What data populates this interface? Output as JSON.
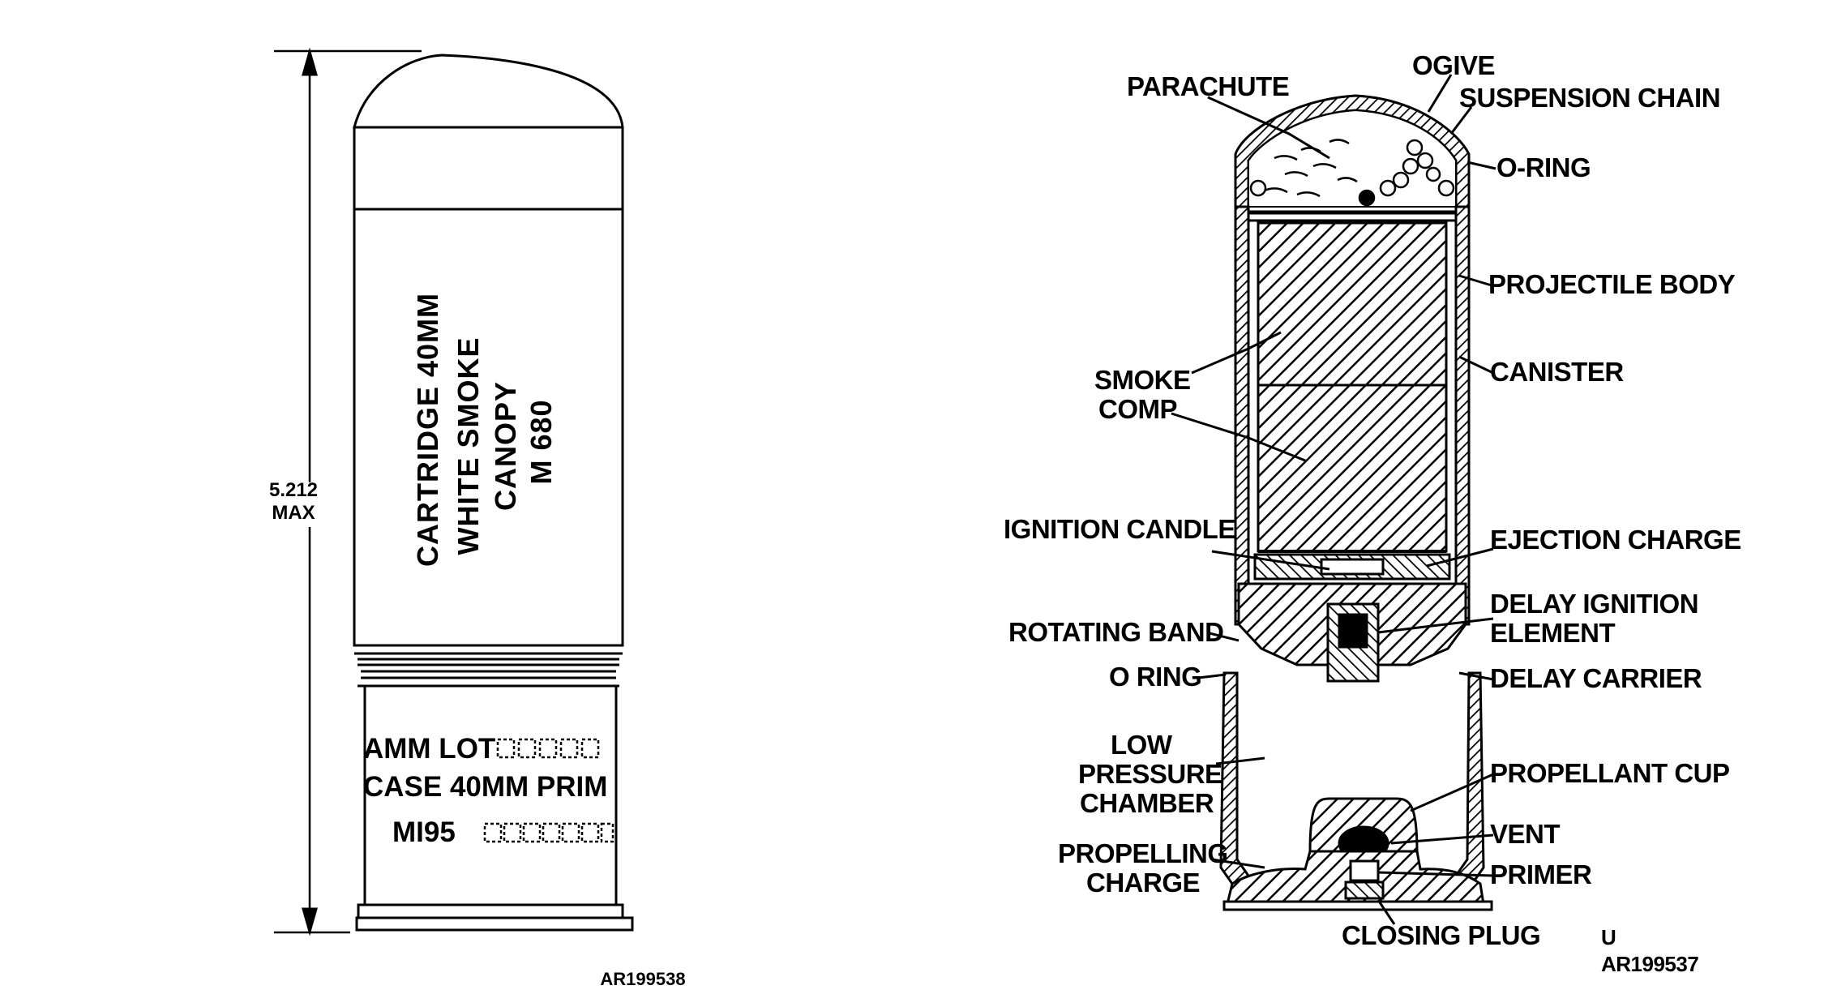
{
  "left_figure": {
    "dimension": {
      "value": "5.212",
      "suffix": "MAX"
    },
    "body_text": [
      "CARTRIDGE 40MM",
      "WHITE SMOKE",
      "CANOPY",
      "M 680"
    ],
    "case_text": [
      "AMM LOT",
      "CASE 40MM PRIM",
      "MI95"
    ],
    "figure_id": "AR199538"
  },
  "right_figure": {
    "labels": {
      "ogive": "OGIVE",
      "parachute": "PARACHUTE",
      "suspension_chain": "SUSPENSION CHAIN",
      "o_ring_top": "O-RING",
      "projectile_body": "PROJECTILE BODY",
      "smoke_comp_1": "SMOKE",
      "smoke_comp_2": "COMP",
      "canister": "CANISTER",
      "ignition_candle": "IGNITION CANDLE",
      "ejection_charge": "EJECTION CHARGE",
      "delay_ignition_1": "DELAY IGNITION",
      "delay_ignition_2": "ELEMENT",
      "rotating_band": "ROTATING BAND",
      "o_ring_lower": "O RING",
      "delay_carrier": "DELAY CARRIER",
      "low_pressure_1": "LOW",
      "low_pressure_2": "PRESSURE",
      "low_pressure_3": "CHAMBER",
      "propellant_cup": "PROPELLANT CUP",
      "vent": "VENT",
      "propelling_charge_1": "PROPELLING",
      "propelling_charge_2": "CHARGE",
      "primer": "PRIMER",
      "closing_plug": "CLOSING PLUG"
    },
    "figure_id_1": "U",
    "figure_id_2": "AR199537"
  }
}
